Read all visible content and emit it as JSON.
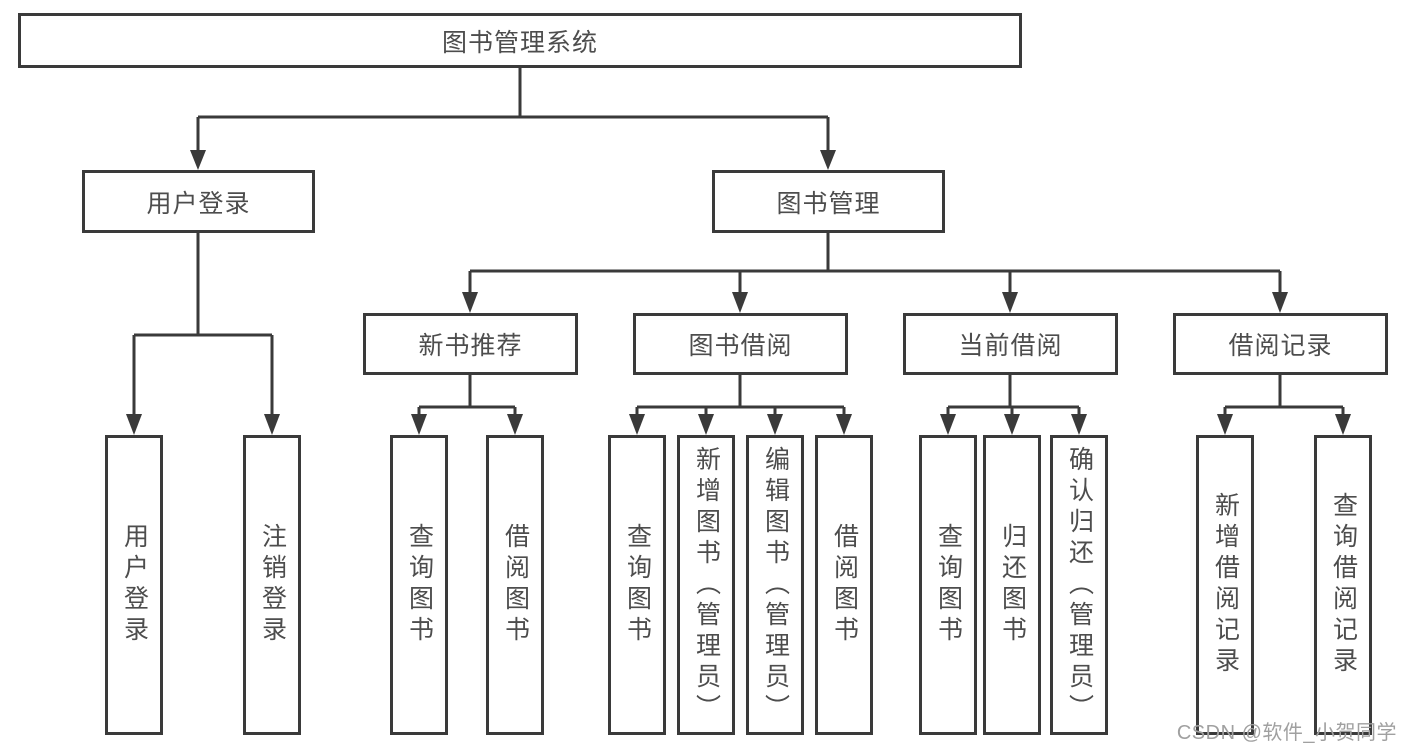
{
  "diagram": {
    "root": {
      "label": "图书管理系统"
    },
    "level2": [
      {
        "label": "用户登录"
      },
      {
        "label": "图书管理"
      }
    ],
    "level3": [
      {
        "label": "新书推荐"
      },
      {
        "label": "图书借阅"
      },
      {
        "label": "当前借阅"
      },
      {
        "label": "借阅记录"
      }
    ],
    "leaves": {
      "user_login": [
        {
          "label": "用户登录"
        },
        {
          "label": "注销登录"
        }
      ],
      "new_book": [
        {
          "label": "查询图书"
        },
        {
          "label": "借阅图书"
        }
      ],
      "book_borrow": [
        {
          "label": "查询图书"
        },
        {
          "label": "新增图书（管理员）"
        },
        {
          "label": "编辑图书（管理员）"
        },
        {
          "label": "借阅图书"
        }
      ],
      "current_borrow": [
        {
          "label": "查询图书"
        },
        {
          "label": "归还图书"
        },
        {
          "label": "确认归还（管理员）"
        }
      ],
      "records": [
        {
          "label": "新增借阅记录"
        },
        {
          "label": "查询借阅记录"
        }
      ]
    }
  },
  "watermark": {
    "text": "CSDN @软件_小贺同学"
  },
  "colors": {
    "line": "#3a3a3a",
    "text": "#4d4d4d",
    "watermark": "#a0a0a0",
    "background": "#ffffff"
  }
}
